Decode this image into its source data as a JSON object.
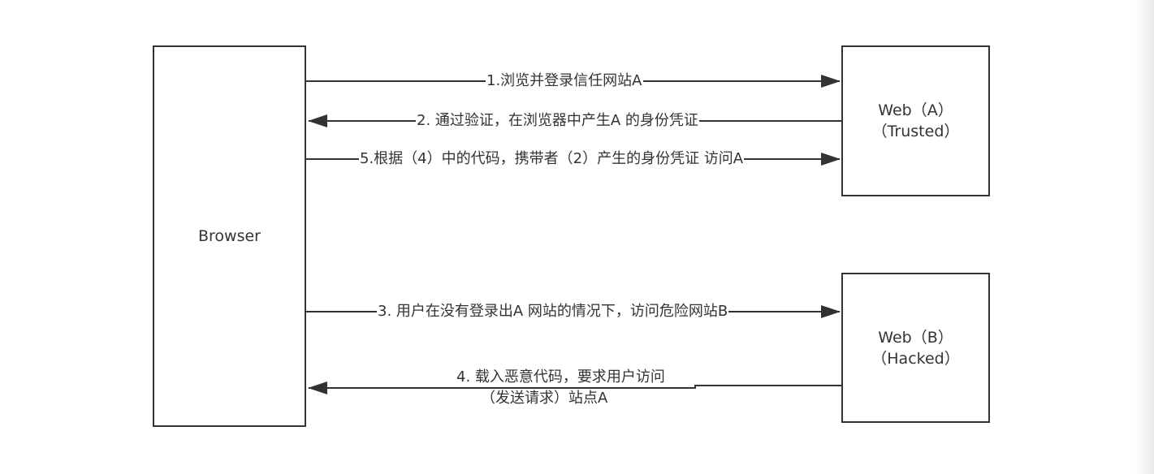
{
  "nodes": {
    "browser": {
      "label": "Browser"
    },
    "web_a": {
      "line1": "Web（A）",
      "line2": "（Trusted）"
    },
    "web_b": {
      "line1": "Web（B）",
      "line2": "（Hacked）"
    }
  },
  "edges": [
    {
      "id": "step1",
      "from": "browser",
      "to": "web_a",
      "label": "1.浏览并登录信任网站A"
    },
    {
      "id": "step2",
      "from": "web_a",
      "to": "browser",
      "label": "2. 通过验证，在浏览器中产生A 的身份凭证"
    },
    {
      "id": "step5",
      "from": "browser",
      "to": "web_a",
      "label": "5.根据（4）中的代码，携带者（2）产生的身份凭证 访问A"
    },
    {
      "id": "step3",
      "from": "browser",
      "to": "web_b",
      "label": "3. 用户在没有登录出A 网站的情况下，访问危险网站B"
    },
    {
      "id": "step4",
      "from": "web_b",
      "to": "browser",
      "label_line1": "4. 载入恶意代码，要求用户访问",
      "label_line2": "（发送请求）站点A"
    }
  ],
  "colors": {
    "stroke": "#333333",
    "text": "#333333",
    "background": "#ffffff"
  }
}
